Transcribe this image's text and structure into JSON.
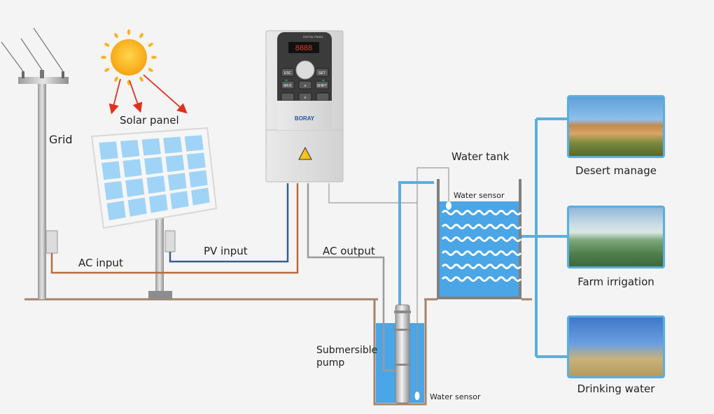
{
  "labels": {
    "grid": "Grid",
    "solar_panel": "Solar panel",
    "ac_input": "AC input",
    "pv_input": "PV input",
    "ac_output": "AC output",
    "water_tank": "Water tank",
    "water_sensor_tank": "Water sensor",
    "submersible_pump": "Submersible\npump",
    "water_sensor_well": "Water sensor"
  },
  "inverter": {
    "panel_title": "DIGITAL PANEL",
    "display": "8888",
    "brand": "BORAY",
    "keys": [
      "ESC",
      "SET",
      "MF.K",
      "SHIFT",
      "∧",
      "∨"
    ]
  },
  "applications": [
    {
      "caption": "Desert manage",
      "icon": "desert-photo"
    },
    {
      "caption": "Farm irrigation",
      "icon": "irrigation-photo"
    },
    {
      "caption": "Drinking water",
      "icon": "water-tower-photo"
    }
  ],
  "colors": {
    "pipe": "#5aaee0",
    "ac_wire": "#b86a3c",
    "pv_wire": "#3a5a9a",
    "water": "#4aa6e6",
    "panel_cell": "#9fd4f7",
    "sun": "#f9b41c",
    "ray_arrow": "#e0301e"
  }
}
